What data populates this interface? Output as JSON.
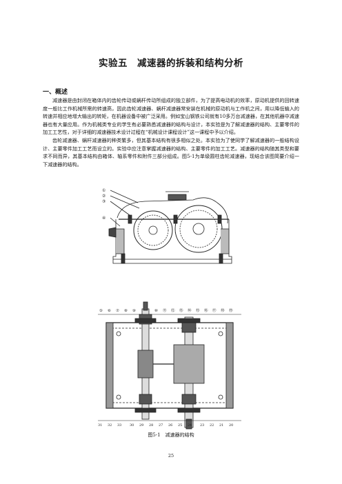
{
  "document": {
    "title": "实验五　减速器的拆装和结构分析",
    "section_heading": "一、概述",
    "paragraphs": [
      "减速器是由封闭在箱体内的齿轮传动或蜗杆传动所组成的独立部件，为了提高电动机的效率，原动机提供的回转速度一般比工作机械所需的转速高，因此齿轮减速器、蜗杆减速器常安装在机械的原动机与工作机之间，用以降低输入的转速并相应地增大输出的转矩，在机器设备中被广泛采用。例如宝山钢铁公司就有10多万台减速器，在其他机器中减速器也有大量应用。作为机械类专业的学生有必要熟悉减速器的结构与设计，本实验是为了解减速器的结构、主要零件的加工工艺性，对于详细的减速器技术设计过程在“机械设计课程设计”这一课程中予以介绍。",
      "齿轮减速器、蜗杆减速器的种类繁多，但其基本结构有很多相似之处。本实验为了使同学了解减速器的一般结构设计、主要零件加工工艺而设立的。实验中应注意掌握减速器的结构、主要零件的加工工艺。减速器的结构随其类型和要求不同而异，其基本结构由箱体、轴系零件和附件三部分组成。图5-1为单级圆柱齿轮减速器，现结合该图简要介绍一下减速器的结构。"
    ],
    "figure_labels": {
      "top_view": [
        "①",
        "②",
        "③",
        "④"
      ],
      "section_top_left": [
        "⑤",
        "⑥",
        "⑦",
        "⑧",
        "⑨"
      ],
      "section_top_right": [
        "⑩",
        "⑪",
        "⑫",
        "⑬",
        "⑭",
        "⑮",
        "⑯",
        "⑰",
        "⑱",
        "⑲"
      ],
      "section_bottom": [
        "31",
        "32",
        "33",
        "30",
        "29",
        "28",
        "27",
        "26",
        "25",
        "24",
        "23",
        "22",
        "21",
        "20"
      ]
    },
    "figure_caption": "图5-1　减速器的结构",
    "page_number": "25"
  }
}
